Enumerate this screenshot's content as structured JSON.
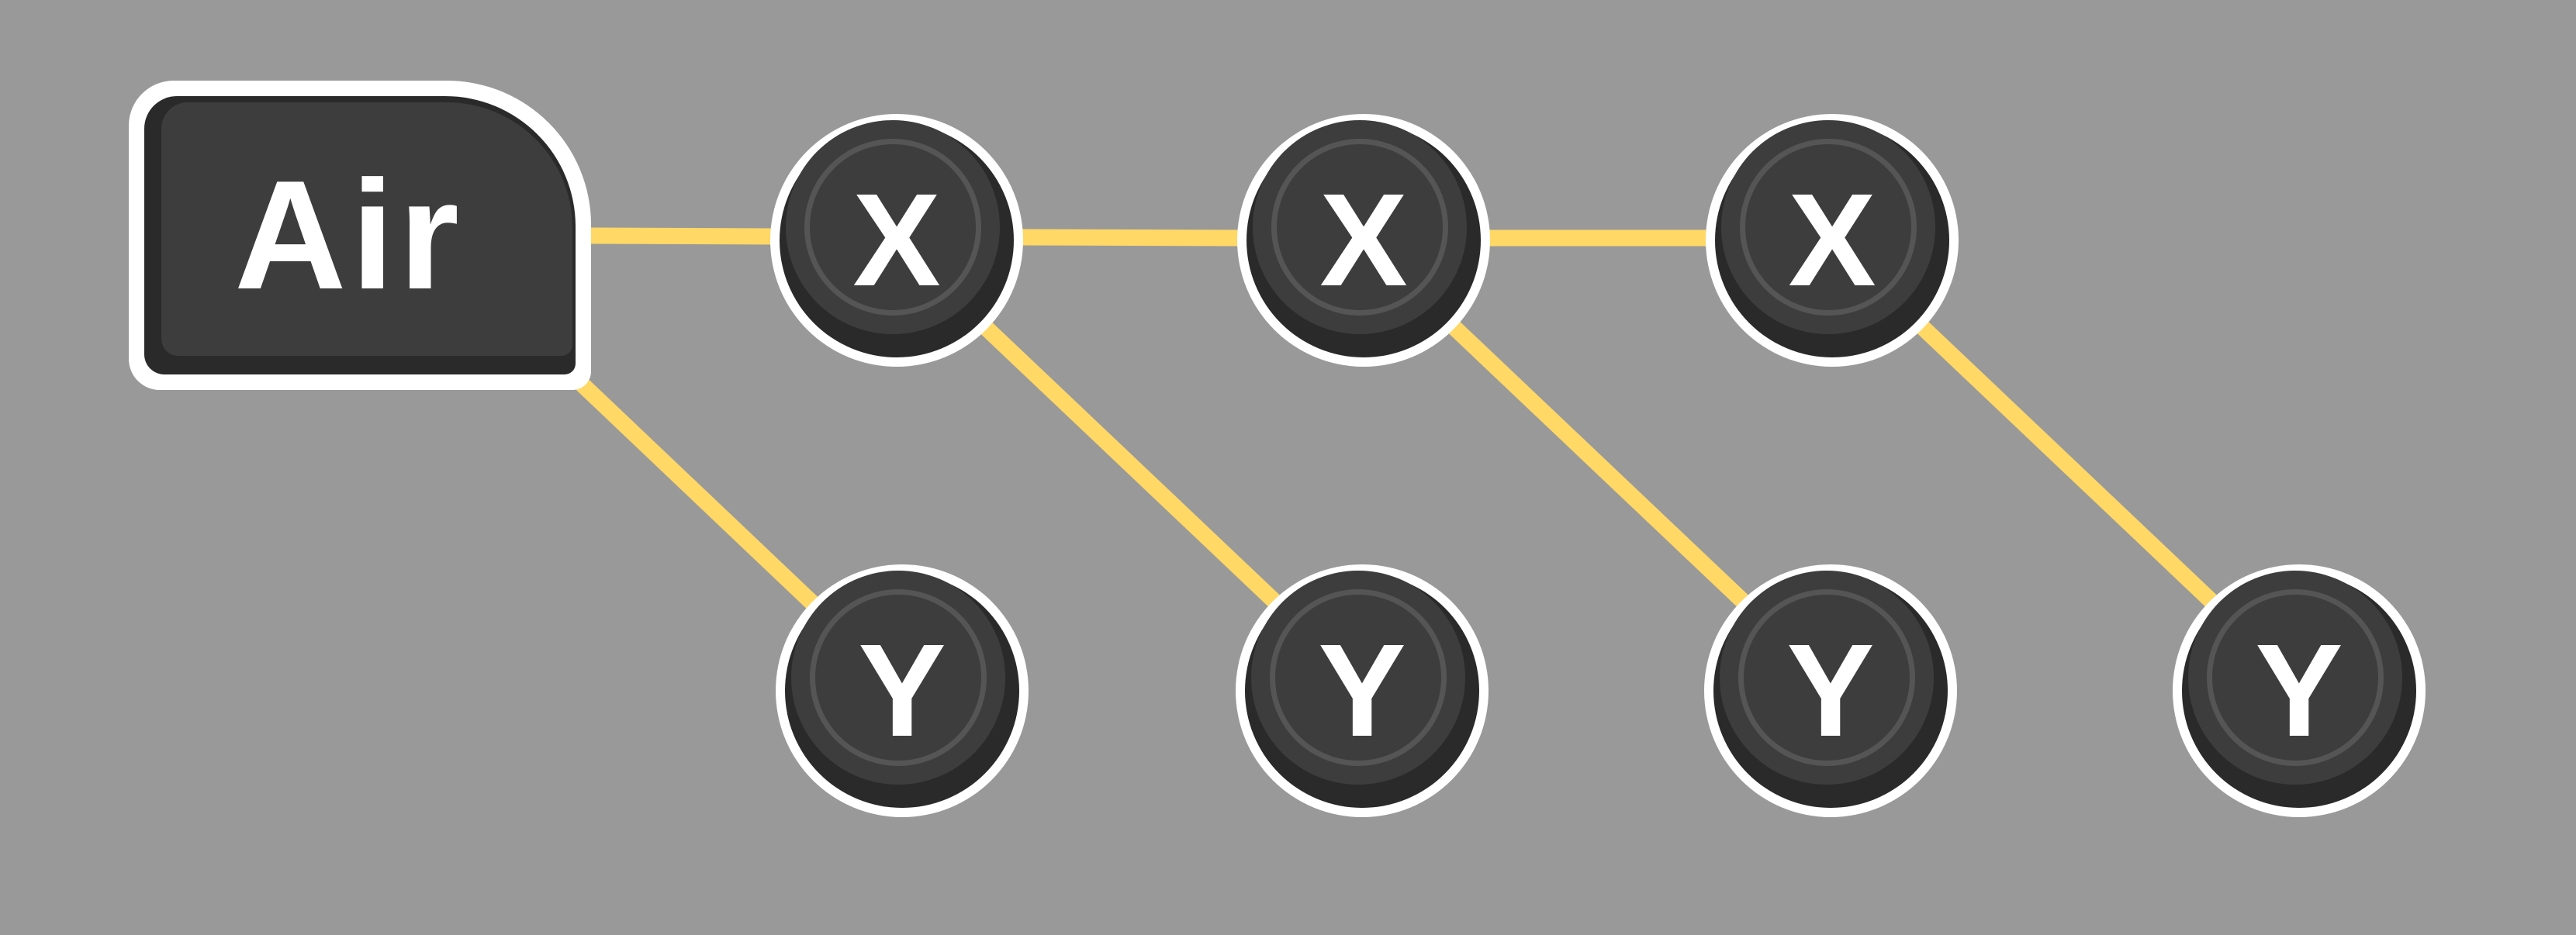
{
  "scene": {
    "background_color": "#999999",
    "link_color": "#ffd866",
    "node_border_color": "#ffffff",
    "node_fill_color": "#3d3d3d",
    "root": {
      "label": "Air"
    },
    "x_nodes": [
      {
        "label": "X"
      },
      {
        "label": "X"
      },
      {
        "label": "X"
      }
    ],
    "y_nodes": [
      {
        "label": "Y"
      },
      {
        "label": "Y"
      },
      {
        "label": "Y"
      },
      {
        "label": "Y"
      }
    ]
  }
}
